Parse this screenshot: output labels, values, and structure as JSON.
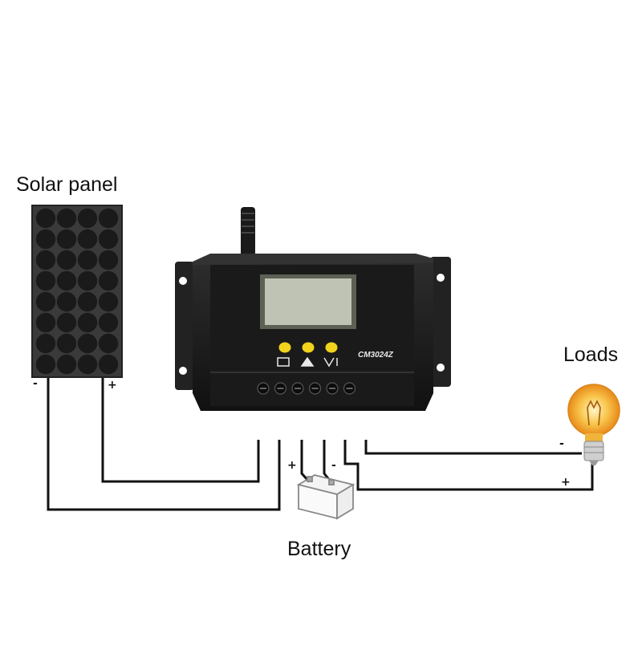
{
  "labels": {
    "solar_panel": "Solar panel",
    "loads": "Loads",
    "battery": "Battery"
  },
  "controller": {
    "model": "CM3024Z",
    "button_count": 3,
    "terminal_count": 6
  },
  "polarity": {
    "solar_negative": "-",
    "solar_positive": "+",
    "battery_positive": "+",
    "battery_negative": "-",
    "load_negative": "-",
    "load_positive": "+"
  },
  "icons": [
    "solar-panel-icon",
    "charge-controller-icon",
    "battery-icon",
    "light-bulb-icon"
  ],
  "colors": {
    "wire": "#111111",
    "controller_body": "#1e1e1e",
    "lcd": "#bfc3b3",
    "buttons": "#f1d21c",
    "bulb_glow": "#f5a623",
    "panel_cell": "#1a1a1a"
  }
}
